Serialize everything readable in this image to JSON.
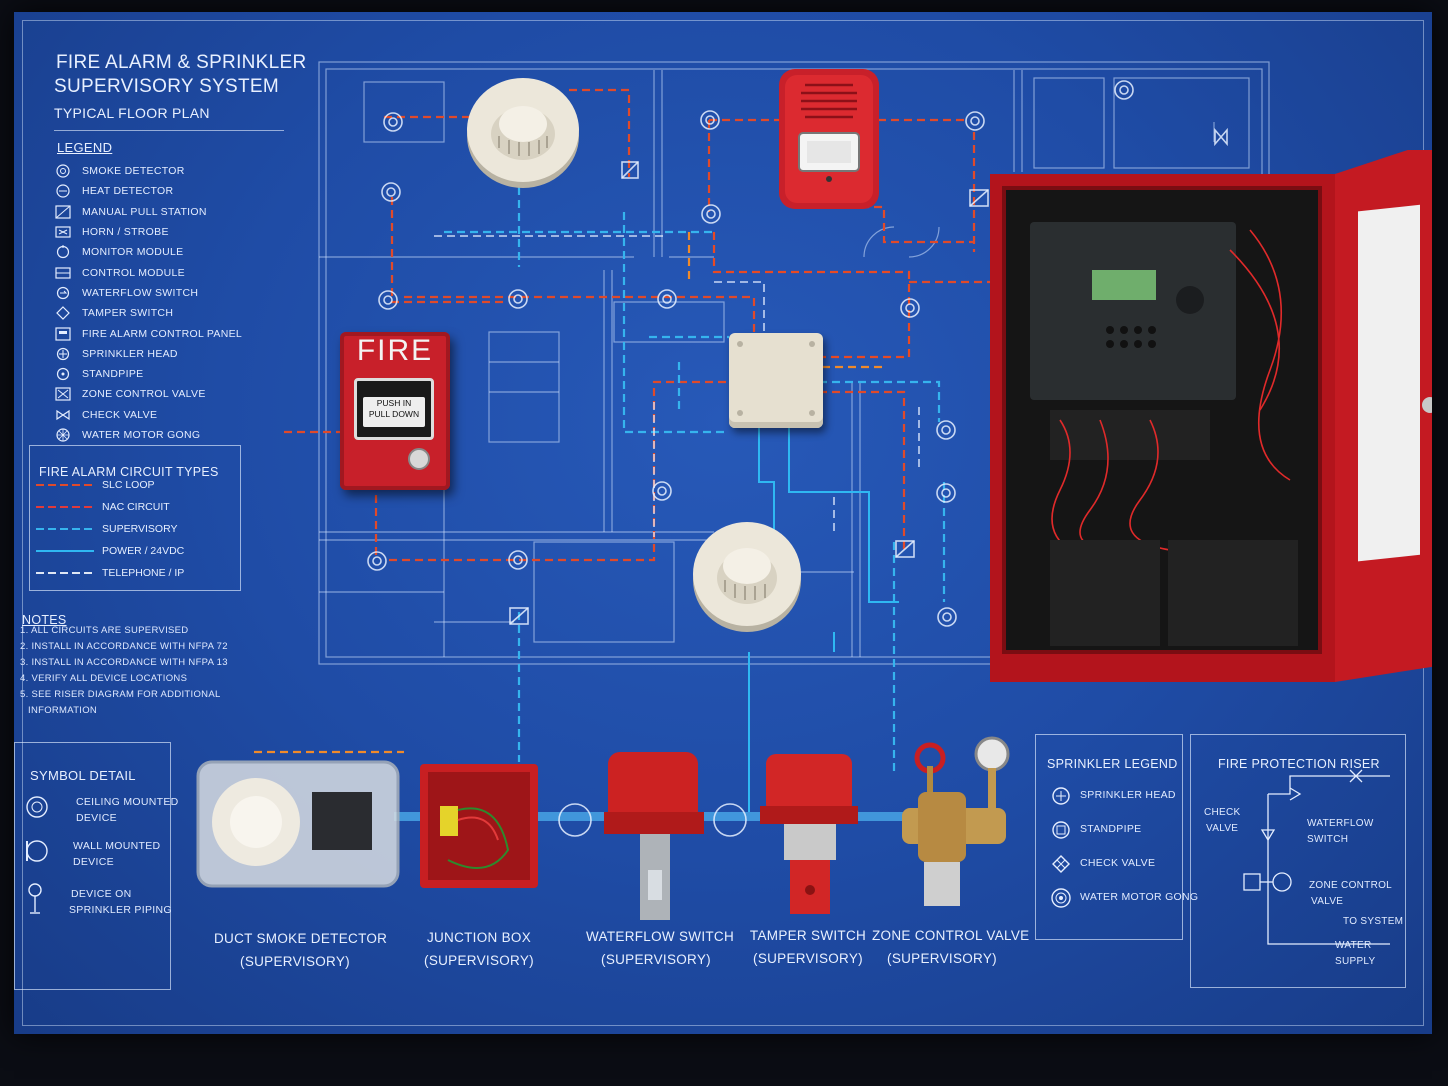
{
  "title": {
    "line1": "FIRE ALARM & SPRINKLER",
    "line2": "SUPERVISORY SYSTEM",
    "subtitle": "TYPICAL FLOOR PLAN"
  },
  "legend": {
    "heading": "LEGEND",
    "items": [
      {
        "label": "SMOKE DETECTOR",
        "icon": "smoke-detector-icon"
      },
      {
        "label": "HEAT DETECTOR",
        "icon": "heat-detector-icon"
      },
      {
        "label": "MANUAL PULL STATION",
        "icon": "pull-station-icon"
      },
      {
        "label": "HORN / STROBE",
        "icon": "horn-strobe-icon"
      },
      {
        "label": "MONITOR MODULE",
        "icon": "monitor-module-icon"
      },
      {
        "label": "CONTROL MODULE",
        "icon": "control-module-icon"
      },
      {
        "label": "WATERFLOW SWITCH",
        "icon": "waterflow-switch-icon"
      },
      {
        "label": "TAMPER SWITCH",
        "icon": "tamper-switch-icon"
      },
      {
        "label": "FIRE ALARM CONTROL PANEL",
        "icon": "control-panel-icon"
      },
      {
        "label": "SPRINKLER HEAD",
        "icon": "sprinkler-head-icon"
      },
      {
        "label": "STANDPIPE",
        "icon": "standpipe-icon"
      },
      {
        "label": "ZONE CONTROL VALVE",
        "icon": "zone-valve-icon"
      },
      {
        "label": "CHECK VALVE",
        "icon": "check-valve-icon"
      },
      {
        "label": "WATER MOTOR GONG",
        "icon": "water-motor-gong-icon"
      }
    ]
  },
  "circuit_types": {
    "heading": "FIRE ALARM CIRCUIT TYPES",
    "items": [
      {
        "label": "SLC LOOP",
        "color": "#e04a2a",
        "dash": "6 4"
      },
      {
        "label": "NAC CIRCUIT",
        "color": "#e23a3a",
        "dash": "6 4"
      },
      {
        "label": "SUPERVISORY",
        "color": "#36b4ee",
        "dash": "6 4"
      },
      {
        "label": "POWER / 24VDC",
        "color": "#2fb8f2",
        "dash": "none"
      },
      {
        "label": "TELEPHONE / IP",
        "color": "#dfe7f5",
        "dash": "6 4"
      }
    ]
  },
  "notes": {
    "heading": "NOTES",
    "items": [
      "1.  ALL CIRCUITS ARE SUPERVISED",
      "2.  INSTALL IN ACCORDANCE WITH NFPA 72",
      "3.  INSTALL IN ACCORDANCE WITH NFPA 13",
      "4.  VERIFY ALL DEVICE LOCATIONS",
      "5.  SEE RISER DIAGRAM FOR ADDITIONAL",
      "INFORMATION"
    ]
  },
  "symbol_detail": {
    "heading": "SYMBOL DETAIL",
    "items": [
      {
        "line1": "CEILING MOUNTED",
        "line2": "DEVICE",
        "icon": "ceiling-device-icon"
      },
      {
        "line1": "WALL MOUNTED",
        "line2": "DEVICE",
        "icon": "wall-device-icon"
      },
      {
        "line1": "DEVICE ON",
        "line2": "SPRINKLER PIPING",
        "icon": "piping-device-icon"
      }
    ]
  },
  "pull_station": {
    "brand_text": "FIRE",
    "handle_line1": "PUSH  IN",
    "handle_line2": "PULL DOWN"
  },
  "devices": [
    {
      "line1": "DUCT SMOKE DETECTOR",
      "line2": "(SUPERVISORY)"
    },
    {
      "line1": "JUNCTION BOX",
      "line2": "(SUPERVISORY)"
    },
    {
      "line1": "WATERFLOW SWITCH",
      "line2": "(SUPERVISORY)"
    },
    {
      "line1": "TAMPER SWITCH",
      "line2": "(SUPERVISORY)"
    },
    {
      "line1": "ZONE CONTROL VALVE",
      "line2": "(SUPERVISORY)"
    }
  ],
  "sprinkler_legend": {
    "heading": "SPRINKLER LEGEND",
    "items": [
      {
        "label": "SPRINKLER HEAD",
        "icon": "sprinkler-head-icon"
      },
      {
        "label": "STANDPIPE",
        "icon": "standpipe-icon"
      },
      {
        "label": "CHECK VALVE",
        "icon": "check-valve-icon"
      },
      {
        "label": "WATER MOTOR GONG",
        "icon": "water-motor-gong-icon"
      }
    ]
  },
  "riser": {
    "heading": "FIRE PROTECTION RISER",
    "check_valve_1": "CHECK",
    "check_valve_2": "VALVE",
    "waterflow_1": "WATERFLOW",
    "waterflow_2": "SWITCH",
    "zone_1": "ZONE CONTROL",
    "zone_2": "VALVE",
    "to_system": "TO SYSTEM",
    "water_1": "WATER",
    "water_2": "SUPPLY"
  },
  "colors": {
    "blueprint": "#1f4ca6",
    "slc": "#e04a2a",
    "supervisory": "#36b4ee",
    "device_red": "#c8202a"
  }
}
